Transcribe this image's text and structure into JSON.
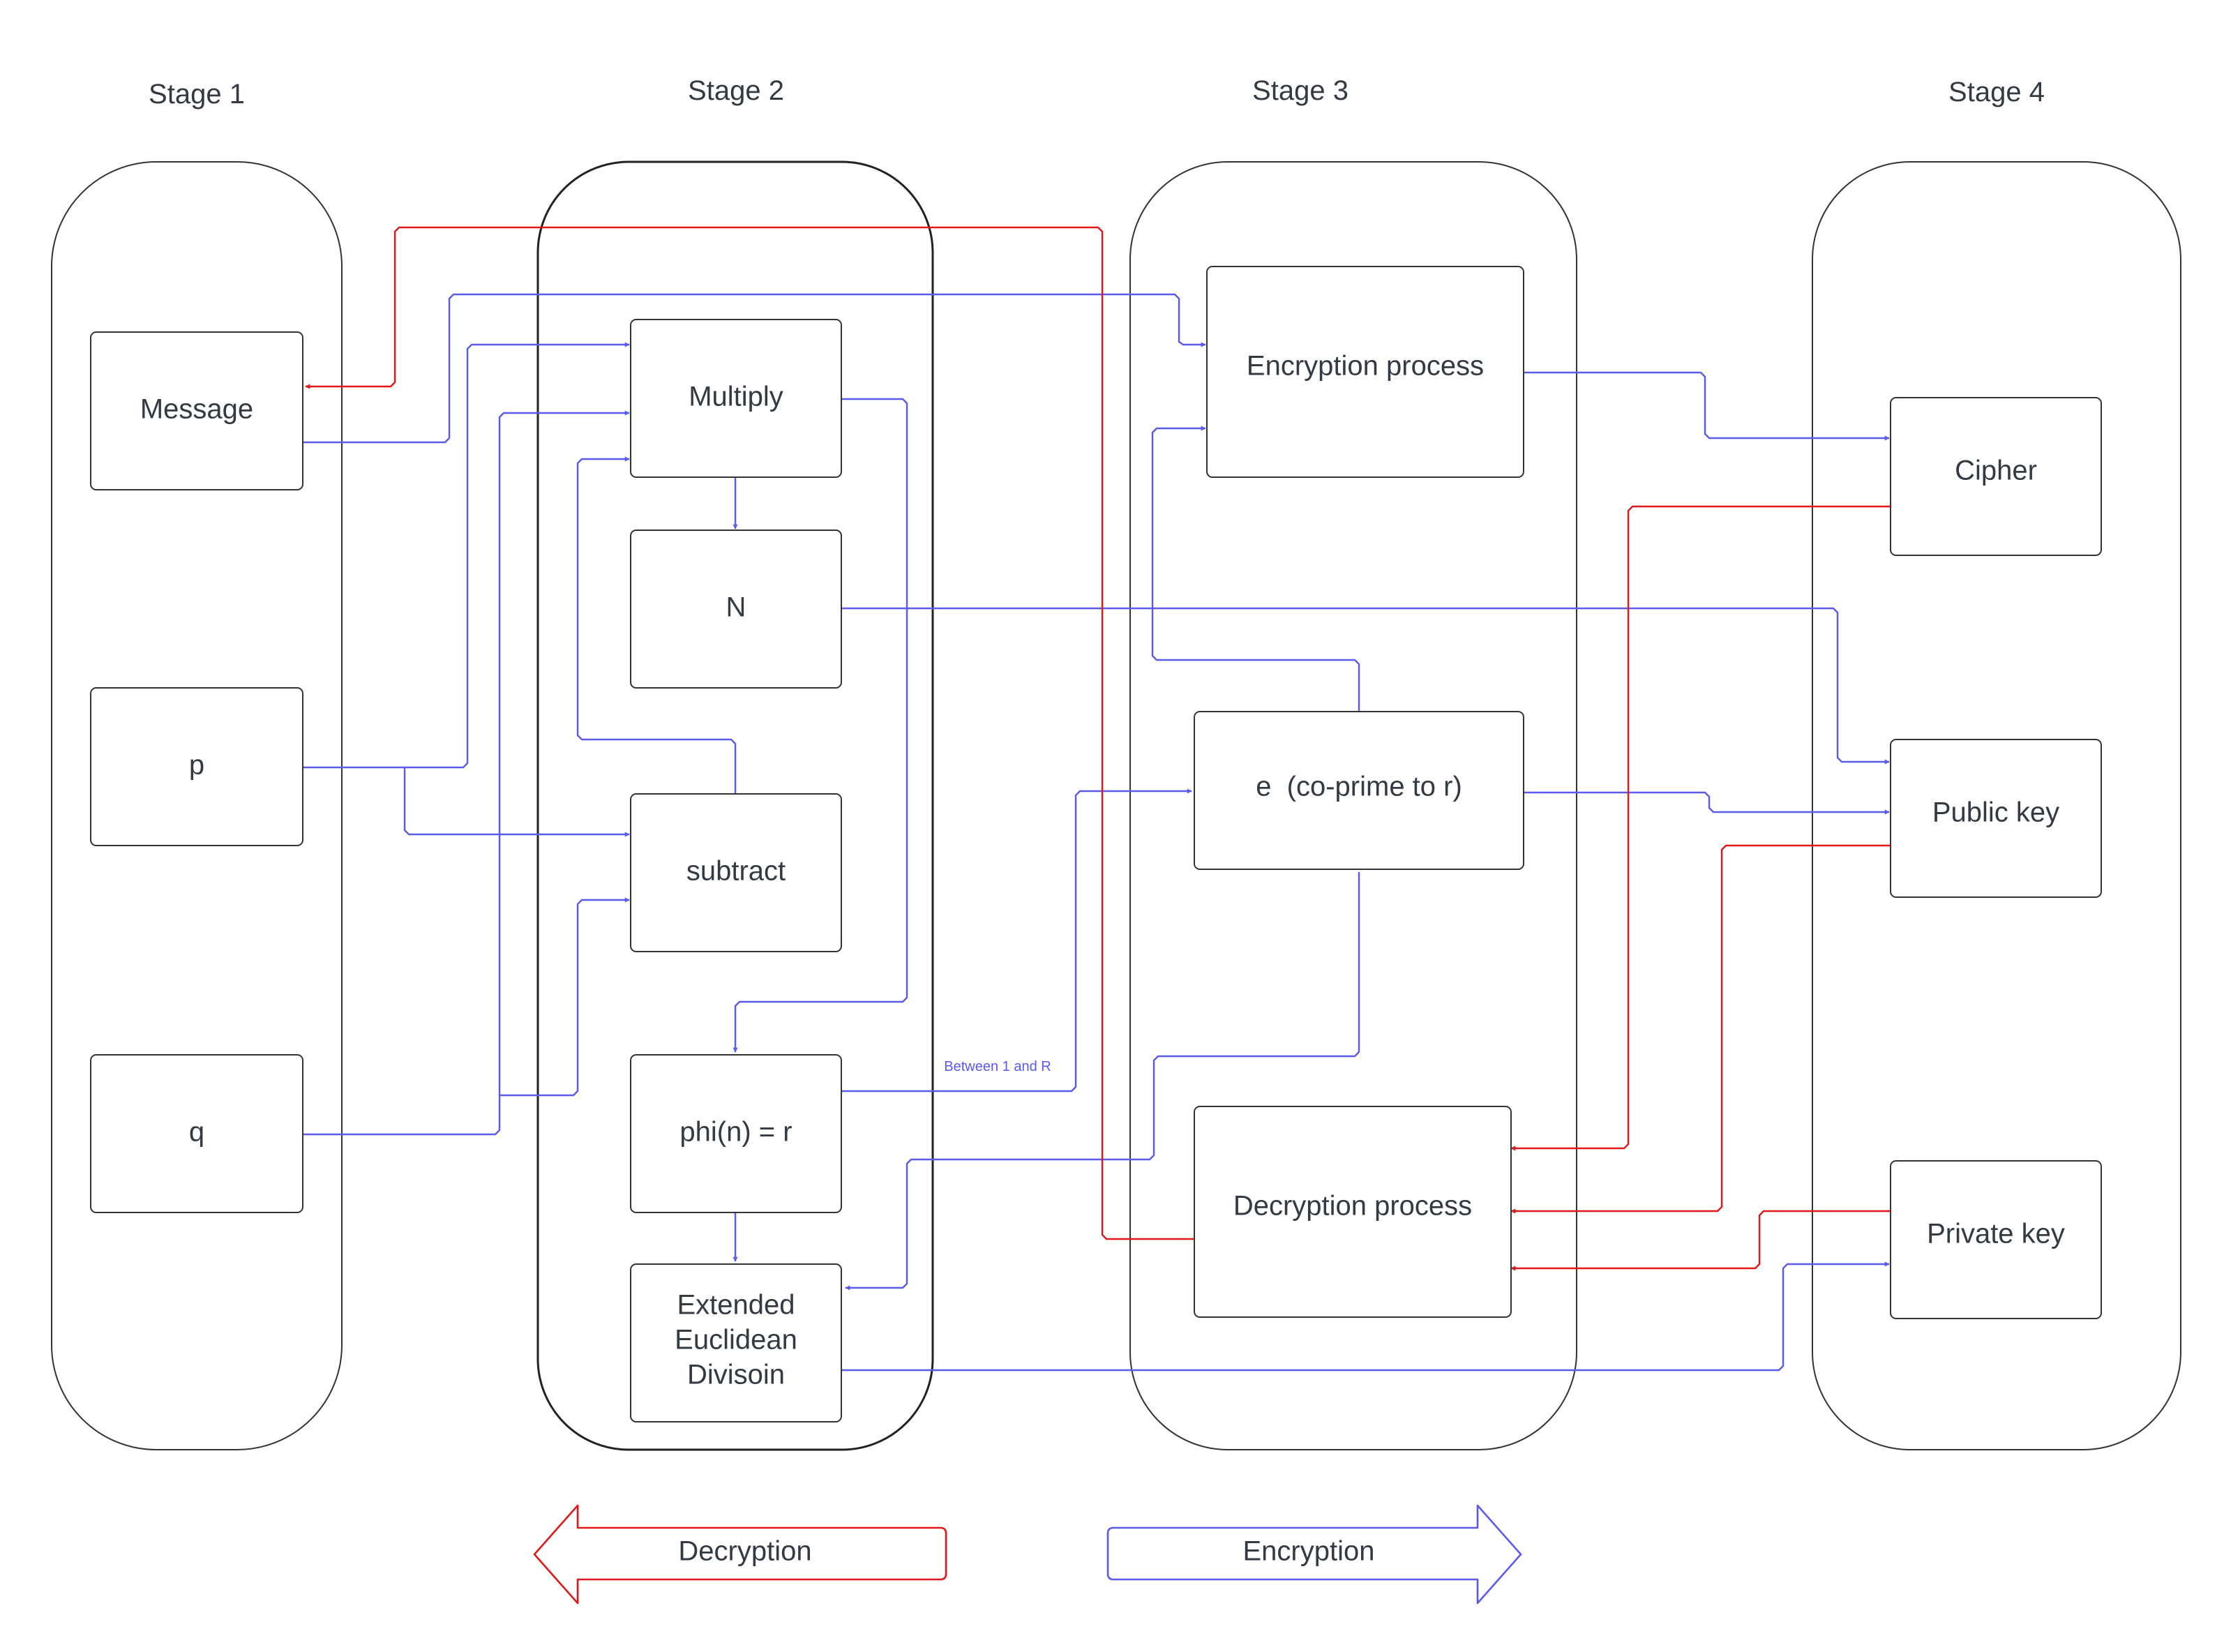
{
  "colors": {
    "encryption": "#5a5af0",
    "decryption": "#e01818",
    "text": "#333a44",
    "outline": "#333333"
  },
  "stages": [
    "Stage 1",
    "Stage 2",
    "Stage 3",
    "Stage 4"
  ],
  "nodes": {
    "message": "Message",
    "p": "p",
    "q": "q",
    "multiply": "Multiply",
    "n": "N",
    "subtract": "subtract",
    "phi": "phi(n) = r",
    "euclid": [
      "Extended",
      "Euclidean",
      "Divisoin"
    ],
    "encryption_process": "Encryption process",
    "e": "e  (co-prime to r)",
    "decryption_process": "Decryption process",
    "cipher": "Cipher",
    "public_key": "Public key",
    "private_key": "Private key"
  },
  "annotations": {
    "phi_to_e": "Between 1 and R"
  },
  "legend": {
    "decryption": "Decryption",
    "encryption": "Encryption"
  },
  "edges": [
    {
      "from": "Message",
      "to": "Encryption process",
      "kind": "encryption"
    },
    {
      "from": "p",
      "to": "Multiply",
      "kind": "encryption"
    },
    {
      "from": "p",
      "to": "subtract",
      "kind": "encryption"
    },
    {
      "from": "q",
      "to": "Multiply",
      "kind": "encryption"
    },
    {
      "from": "q",
      "to": "subtract",
      "kind": "encryption"
    },
    {
      "from": "subtract",
      "to": "Multiply",
      "kind": "encryption"
    },
    {
      "from": "Multiply",
      "to": "N",
      "kind": "encryption"
    },
    {
      "from": "Multiply",
      "to": "phi(n) = r",
      "kind": "encryption"
    },
    {
      "from": "N",
      "to": "Public key",
      "kind": "encryption"
    },
    {
      "from": "phi(n) = r",
      "to": "Extended Euclidean Divisoin",
      "kind": "encryption"
    },
    {
      "from": "phi(n) = r",
      "to": "e  (co-prime to r)",
      "kind": "encryption",
      "label": "Between 1 and R"
    },
    {
      "from": "e  (co-prime to r)",
      "to": "Encryption process",
      "kind": "encryption"
    },
    {
      "from": "e  (co-prime to r)",
      "to": "Public key",
      "kind": "encryption"
    },
    {
      "from": "e  (co-prime to r)",
      "to": "Extended Euclidean Divisoin",
      "kind": "encryption"
    },
    {
      "from": "Extended Euclidean Divisoin",
      "to": "Private key",
      "kind": "encryption"
    },
    {
      "from": "Encryption process",
      "to": "Cipher",
      "kind": "encryption"
    },
    {
      "from": "Cipher",
      "to": "Decryption process",
      "kind": "decryption"
    },
    {
      "from": "Public key",
      "to": "Decryption process",
      "kind": "decryption"
    },
    {
      "from": "Private key",
      "to": "Decryption process",
      "kind": "decryption"
    },
    {
      "from": "Decryption process",
      "to": "Message",
      "kind": "decryption"
    }
  ]
}
